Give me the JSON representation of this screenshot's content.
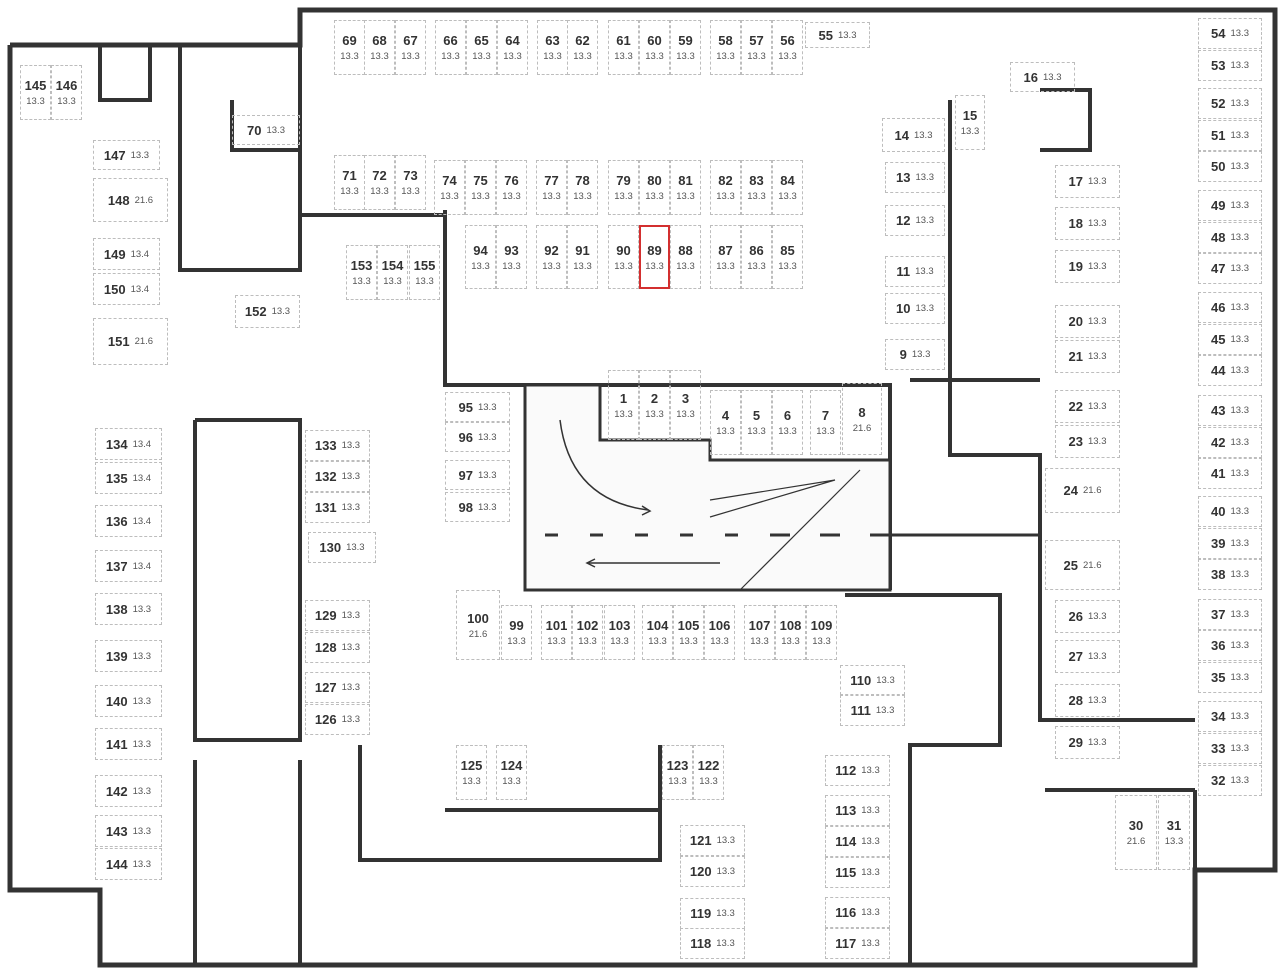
{
  "plan": {
    "selected_spot": "89",
    "highlight_color": "#d32f2f",
    "wall_color": "#333333",
    "spot_border_color": "#bdbdbd",
    "spots": [
      {
        "n": "1",
        "a": "13.3"
      },
      {
        "n": "2",
        "a": "13.3"
      },
      {
        "n": "3",
        "a": "13.3"
      },
      {
        "n": "4",
        "a": "13.3"
      },
      {
        "n": "5",
        "a": "13.3"
      },
      {
        "n": "6",
        "a": "13.3"
      },
      {
        "n": "7",
        "a": "13.3"
      },
      {
        "n": "8",
        "a": "21.6"
      },
      {
        "n": "9",
        "a": "13.3"
      },
      {
        "n": "10",
        "a": "13.3"
      },
      {
        "n": "11",
        "a": "13.3"
      },
      {
        "n": "12",
        "a": "13.3"
      },
      {
        "n": "13",
        "a": "13.3"
      },
      {
        "n": "14",
        "a": "13.3"
      },
      {
        "n": "15",
        "a": "13.3"
      },
      {
        "n": "16",
        "a": "13.3"
      },
      {
        "n": "17",
        "a": "13.3"
      },
      {
        "n": "18",
        "a": "13.3"
      },
      {
        "n": "19",
        "a": "13.3"
      },
      {
        "n": "20",
        "a": "13.3"
      },
      {
        "n": "21",
        "a": "13.3"
      },
      {
        "n": "22",
        "a": "13.3"
      },
      {
        "n": "23",
        "a": "13.3"
      },
      {
        "n": "24",
        "a": "21.6"
      },
      {
        "n": "25",
        "a": "21.6"
      },
      {
        "n": "26",
        "a": "13.3"
      },
      {
        "n": "27",
        "a": "13.3"
      },
      {
        "n": "28",
        "a": "13.3"
      },
      {
        "n": "29",
        "a": "13.3"
      },
      {
        "n": "30",
        "a": "21.6"
      },
      {
        "n": "31",
        "a": "13.3"
      },
      {
        "n": "32",
        "a": "13.3"
      },
      {
        "n": "33",
        "a": "13.3"
      },
      {
        "n": "34",
        "a": "13.3"
      },
      {
        "n": "35",
        "a": "13.3"
      },
      {
        "n": "36",
        "a": "13.3"
      },
      {
        "n": "37",
        "a": "13.3"
      },
      {
        "n": "38",
        "a": "13.3"
      },
      {
        "n": "39",
        "a": "13.3"
      },
      {
        "n": "40",
        "a": "13.3"
      },
      {
        "n": "41",
        "a": "13.3"
      },
      {
        "n": "42",
        "a": "13.3"
      },
      {
        "n": "43",
        "a": "13.3"
      },
      {
        "n": "44",
        "a": "13.3"
      },
      {
        "n": "45",
        "a": "13.3"
      },
      {
        "n": "46",
        "a": "13.3"
      },
      {
        "n": "47",
        "a": "13.3"
      },
      {
        "n": "48",
        "a": "13.3"
      },
      {
        "n": "49",
        "a": "13.3"
      },
      {
        "n": "50",
        "a": "13.3"
      },
      {
        "n": "51",
        "a": "13.3"
      },
      {
        "n": "52",
        "a": "13.3"
      },
      {
        "n": "53",
        "a": "13.3"
      },
      {
        "n": "54",
        "a": "13.3"
      },
      {
        "n": "55",
        "a": "13.3"
      },
      {
        "n": "56",
        "a": "13.3"
      },
      {
        "n": "57",
        "a": "13.3"
      },
      {
        "n": "58",
        "a": "13.3"
      },
      {
        "n": "59",
        "a": "13.3"
      },
      {
        "n": "60",
        "a": "13.3"
      },
      {
        "n": "61",
        "a": "13.3"
      },
      {
        "n": "62",
        "a": "13.3"
      },
      {
        "n": "63",
        "a": "13.3"
      },
      {
        "n": "64",
        "a": "13.3"
      },
      {
        "n": "65",
        "a": "13.3"
      },
      {
        "n": "66",
        "a": "13.3"
      },
      {
        "n": "67",
        "a": "13.3"
      },
      {
        "n": "68",
        "a": "13.3"
      },
      {
        "n": "69",
        "a": "13.3"
      },
      {
        "n": "70",
        "a": "13.3"
      },
      {
        "n": "71",
        "a": "13.3"
      },
      {
        "n": "72",
        "a": "13.3"
      },
      {
        "n": "73",
        "a": "13.3"
      },
      {
        "n": "74",
        "a": "13.3"
      },
      {
        "n": "75",
        "a": "13.3"
      },
      {
        "n": "76",
        "a": "13.3"
      },
      {
        "n": "77",
        "a": "13.3"
      },
      {
        "n": "78",
        "a": "13.3"
      },
      {
        "n": "79",
        "a": "13.3"
      },
      {
        "n": "80",
        "a": "13.3"
      },
      {
        "n": "81",
        "a": "13.3"
      },
      {
        "n": "82",
        "a": "13.3"
      },
      {
        "n": "83",
        "a": "13.3"
      },
      {
        "n": "84",
        "a": "13.3"
      },
      {
        "n": "85",
        "a": "13.3"
      },
      {
        "n": "86",
        "a": "13.3"
      },
      {
        "n": "87",
        "a": "13.3"
      },
      {
        "n": "88",
        "a": "13.3"
      },
      {
        "n": "89",
        "a": "13.3"
      },
      {
        "n": "90",
        "a": "13.3"
      },
      {
        "n": "91",
        "a": "13.3"
      },
      {
        "n": "92",
        "a": "13.3"
      },
      {
        "n": "93",
        "a": "13.3"
      },
      {
        "n": "94",
        "a": "13.3"
      },
      {
        "n": "95",
        "a": "13.3"
      },
      {
        "n": "96",
        "a": "13.3"
      },
      {
        "n": "97",
        "a": "13.3"
      },
      {
        "n": "98",
        "a": "13.3"
      },
      {
        "n": "99",
        "a": "13.3"
      },
      {
        "n": "100",
        "a": "21.6"
      },
      {
        "n": "101",
        "a": "13.3"
      },
      {
        "n": "102",
        "a": "13.3"
      },
      {
        "n": "103",
        "a": "13.3"
      },
      {
        "n": "104",
        "a": "13.3"
      },
      {
        "n": "105",
        "a": "13.3"
      },
      {
        "n": "106",
        "a": "13.3"
      },
      {
        "n": "107",
        "a": "13.3"
      },
      {
        "n": "108",
        "a": "13.3"
      },
      {
        "n": "109",
        "a": "13.3"
      },
      {
        "n": "110",
        "a": "13.3"
      },
      {
        "n": "111",
        "a": "13.3"
      },
      {
        "n": "112",
        "a": "13.3"
      },
      {
        "n": "113",
        "a": "13.3"
      },
      {
        "n": "114",
        "a": "13.3"
      },
      {
        "n": "115",
        "a": "13.3"
      },
      {
        "n": "116",
        "a": "13.3"
      },
      {
        "n": "117",
        "a": "13.3"
      },
      {
        "n": "118",
        "a": "13.3"
      },
      {
        "n": "119",
        "a": "13.3"
      },
      {
        "n": "120",
        "a": "13.3"
      },
      {
        "n": "121",
        "a": "13.3"
      },
      {
        "n": "122",
        "a": "13.3"
      },
      {
        "n": "123",
        "a": "13.3"
      },
      {
        "n": "124",
        "a": "13.3"
      },
      {
        "n": "125",
        "a": "13.3"
      },
      {
        "n": "126",
        "a": "13.3"
      },
      {
        "n": "127",
        "a": "13.3"
      },
      {
        "n": "128",
        "a": "13.3"
      },
      {
        "n": "129",
        "a": "13.3"
      },
      {
        "n": "130",
        "a": "13.3"
      },
      {
        "n": "131",
        "a": "13.3"
      },
      {
        "n": "132",
        "a": "13.3"
      },
      {
        "n": "133",
        "a": "13.3"
      },
      {
        "n": "134",
        "a": "13.4"
      },
      {
        "n": "135",
        "a": "13.4"
      },
      {
        "n": "136",
        "a": "13.4"
      },
      {
        "n": "137",
        "a": "13.4"
      },
      {
        "n": "138",
        "a": "13.3"
      },
      {
        "n": "139",
        "a": "13.3"
      },
      {
        "n": "140",
        "a": "13.3"
      },
      {
        "n": "141",
        "a": "13.3"
      },
      {
        "n": "142",
        "a": "13.3"
      },
      {
        "n": "143",
        "a": "13.3"
      },
      {
        "n": "144",
        "a": "13.3"
      },
      {
        "n": "145",
        "a": "13.3"
      },
      {
        "n": "146",
        "a": "13.3"
      },
      {
        "n": "147",
        "a": "13.3"
      },
      {
        "n": "148",
        "a": "21.6"
      },
      {
        "n": "149",
        "a": "13.4"
      },
      {
        "n": "150",
        "a": "13.4"
      },
      {
        "n": "151",
        "a": "21.6"
      },
      {
        "n": "152",
        "a": "13.3"
      },
      {
        "n": "153",
        "a": "13.3"
      },
      {
        "n": "154",
        "a": "13.3"
      },
      {
        "n": "155",
        "a": "13.3"
      }
    ]
  }
}
